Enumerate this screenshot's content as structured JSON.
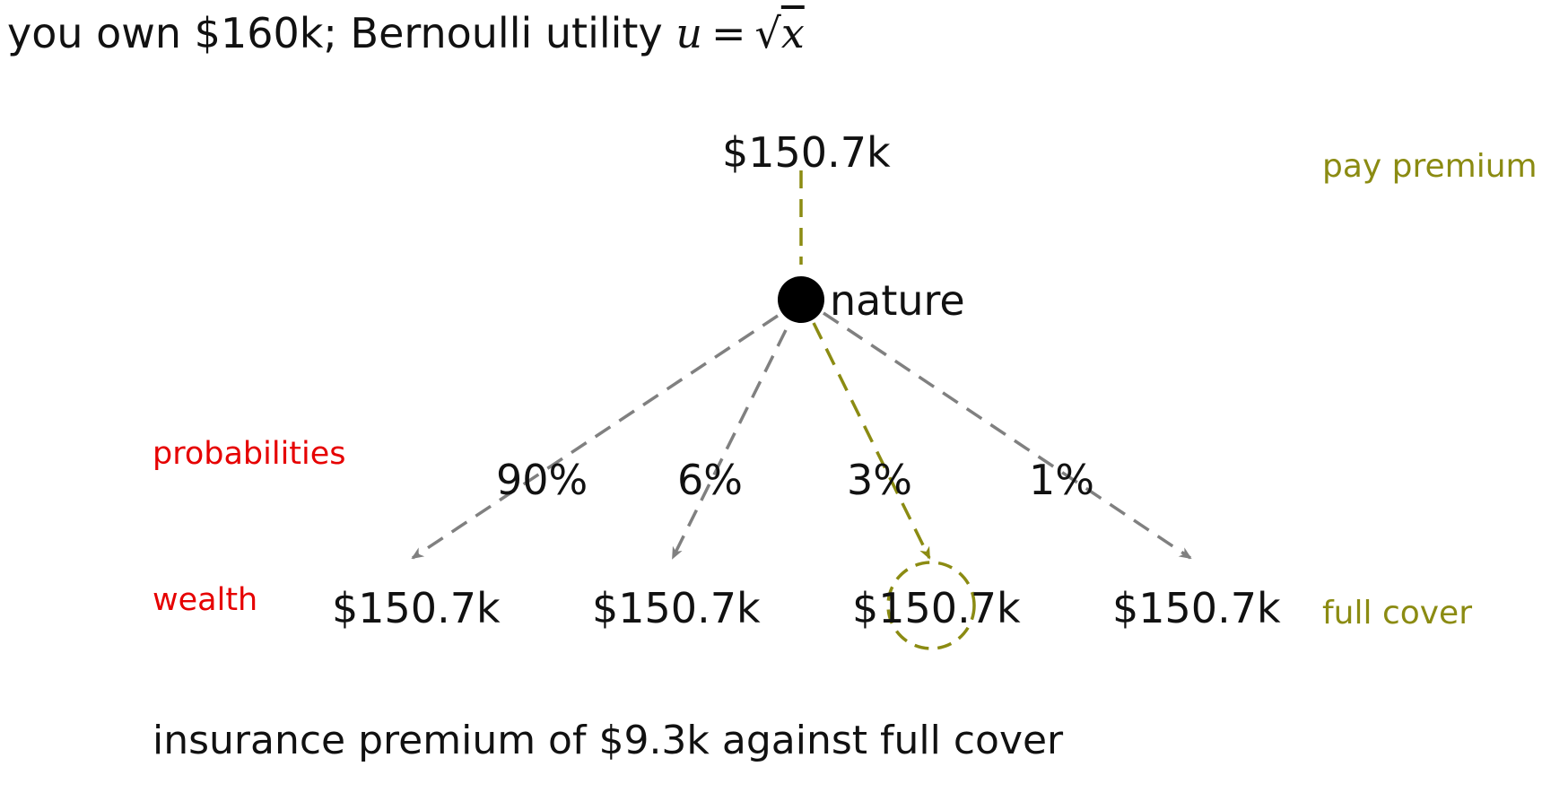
{
  "header": {
    "text": "you own $160k; Bernoulli utility",
    "formula_lhs": "u",
    "formula_eq": "=",
    "formula_sqrt": "√",
    "formula_radicand": "x"
  },
  "top_node": {
    "label": "$150.7k"
  },
  "nature_node": {
    "label": "nature"
  },
  "right_labels": {
    "decision": "pay premium!",
    "outcome": "full cover"
  },
  "left_labels": {
    "probabilities": "probabilities",
    "wealth": "wealth"
  },
  "branches": [
    {
      "probability": "90%",
      "wealth": "$150.7k"
    },
    {
      "probability": "6%",
      "wealth": "$150.7k"
    },
    {
      "probability": "3%",
      "wealth": "$150.7k"
    },
    {
      "probability": "1%",
      "wealth": "$150.7k"
    }
  ],
  "footer": {
    "text": "insurance premium of $9.3k against full cover"
  },
  "colors": {
    "highlight": "#8b8b12",
    "branch": "#808080",
    "label_red": "#e60000",
    "node": "#000000"
  }
}
